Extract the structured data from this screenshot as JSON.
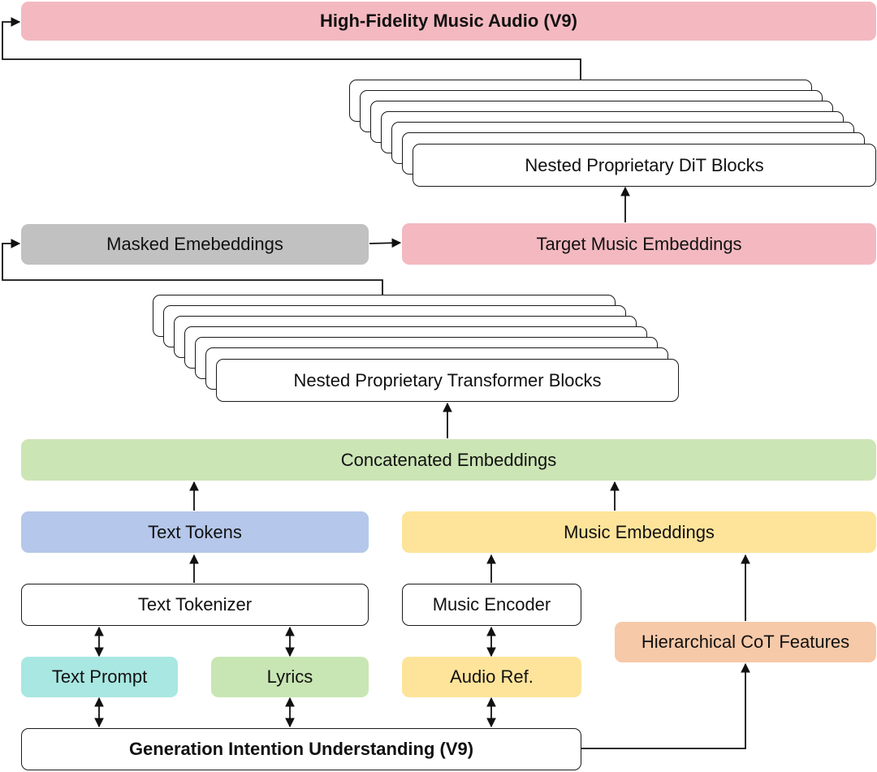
{
  "boxes": {
    "output_audio": "High-Fidelity Music Audio (V9)",
    "dit_blocks": "Nested Proprietary DiT Blocks",
    "masked_embeddings": "Masked Emebeddings",
    "target_embeddings": "Target Music Embeddings",
    "transformer_blocks": "Nested Proprietary Transformer Blocks",
    "concatenated": "Concatenated Embeddings",
    "text_tokens": "Text Tokens",
    "music_embeddings": "Music Embeddings",
    "text_tokenizer": "Text Tokenizer",
    "music_encoder": "Music Encoder",
    "cot_features": "Hierarchical CoT Features",
    "text_prompt": "Text Prompt",
    "lyrics": "Lyrics",
    "audio_ref": "Audio Ref.",
    "intention": "Generation Intention Understanding (V9)"
  },
  "colors": {
    "pink": "#f4b9c0",
    "gray": "#c1c1c1",
    "green": "#cce5b5",
    "blue": "#b5c7ea",
    "yellow": "#fde49a",
    "teal": "#a9e7e2",
    "light_green": "#c8e6b3",
    "orange": "#f6c9a8"
  }
}
